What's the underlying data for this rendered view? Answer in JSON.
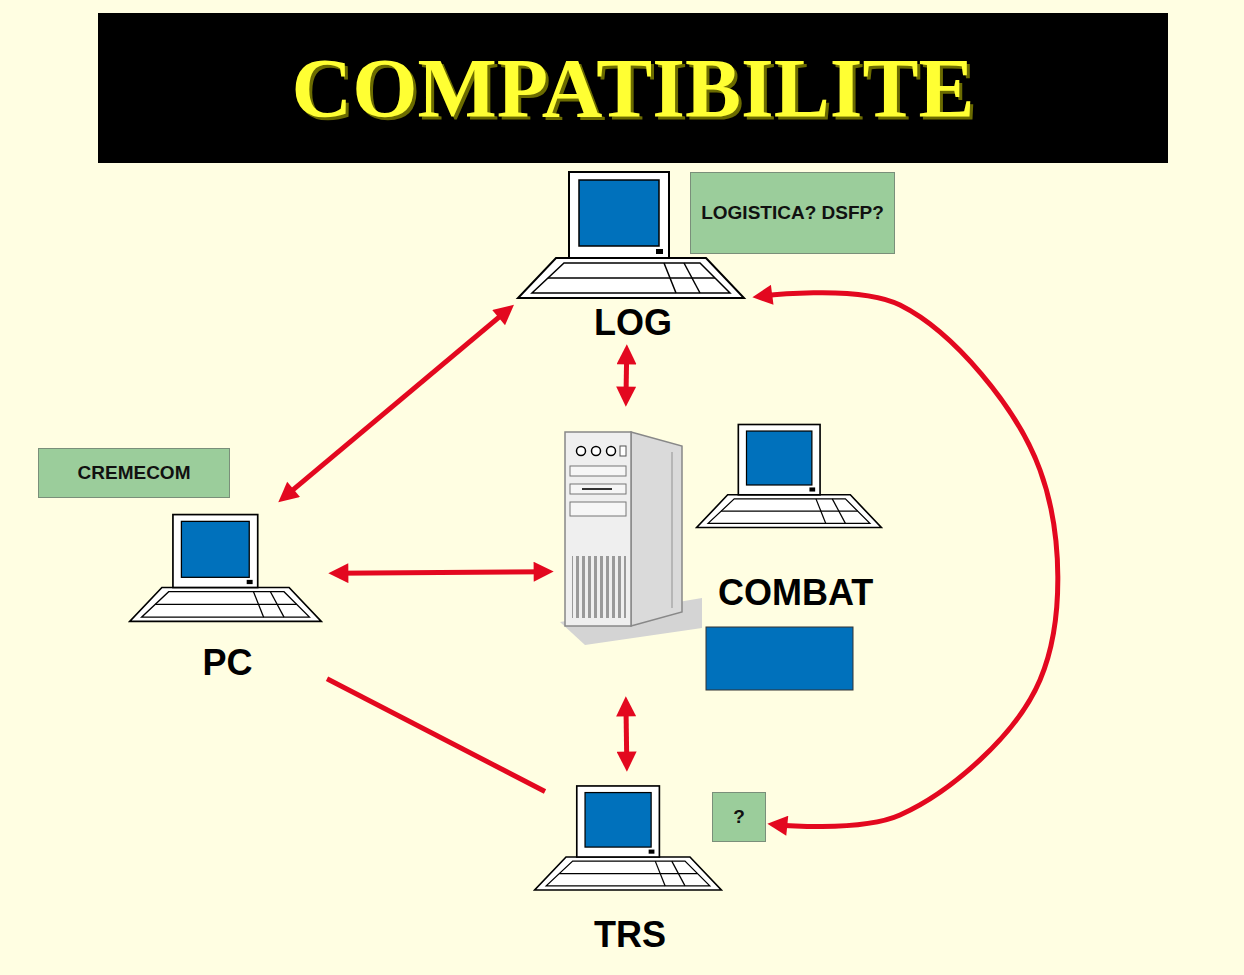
{
  "diagram": {
    "title": "COMPATIBILITE",
    "nodes": [
      {
        "text": [
          "LOG"
        ]
      },
      {
        "text": [
          "LOGISTICA? DSFP?"
        ]
      },
      {
        "text": [
          "CREMECOM"
        ]
      },
      {
        "text": [
          "PC"
        ]
      },
      {
        "text": [
          "COMBAT"
        ]
      },
      {
        "text": [
          "TRS"
        ]
      },
      {
        "text": [
          "?"
        ]
      }
    ],
    "edges": [
      {
        "from": 3,
        "to": 0,
        "arrow": "both"
      },
      {
        "from": 0,
        "to": 4,
        "arrow": "both"
      },
      {
        "from": 3,
        "to": 4,
        "arrow": "both"
      },
      {
        "from": 4,
        "to": 5,
        "arrow": "both"
      },
      {
        "from": 3,
        "to": 5,
        "arrow": "none"
      },
      {
        "from": 0,
        "to": 6,
        "arrow": "both"
      }
    ]
  }
}
